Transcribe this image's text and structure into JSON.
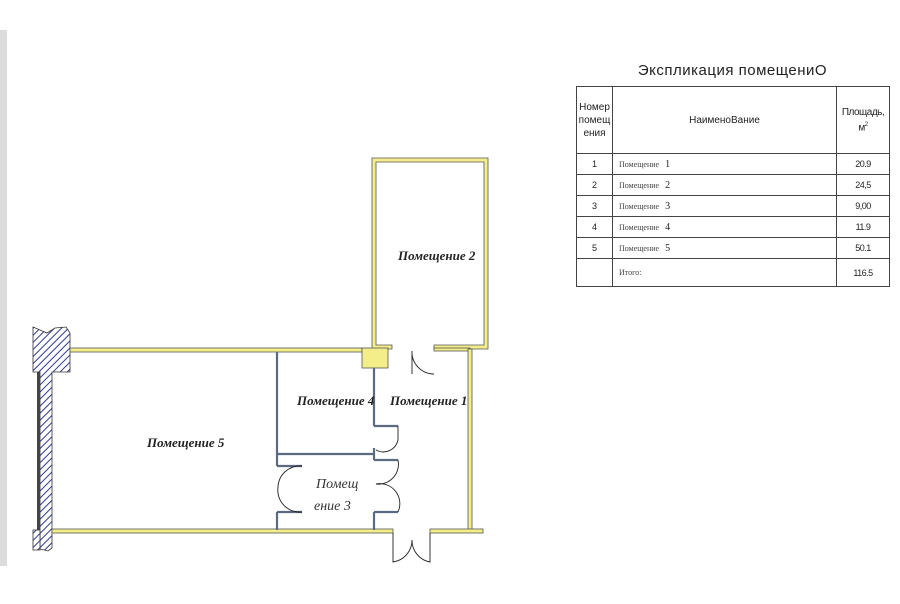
{
  "table": {
    "title": "Экспликация помещениО",
    "headers": {
      "number": "Номер помещ ения",
      "name": "НаименоВание",
      "area": "Площадь,",
      "area_unit": "м",
      "area_unit_sup": "2"
    },
    "rows": [
      {
        "num": "1",
        "name": "Помещение",
        "name_num": "1",
        "area": "20.9"
      },
      {
        "num": "2",
        "name": "Помещение",
        "name_num": "2",
        "area": "24,5"
      },
      {
        "num": "3",
        "name": "Помещение",
        "name_num": "3",
        "area": "9,00"
      },
      {
        "num": "4",
        "name": "Помещение",
        "name_num": "4",
        "area": "11.9"
      },
      {
        "num": "5",
        "name": "Помещение",
        "name_num": "5",
        "area": "50.1"
      }
    ],
    "total": {
      "label": "Итого:",
      "area": "116.5"
    }
  },
  "plan": {
    "room1": "Помещение 1",
    "room2": "Помещение 2",
    "room3_line1": "Помещ",
    "room3_line2": "ение 3",
    "room4": "Помещение 4",
    "room5": "Помещение 5",
    "wall_color": "#f3ee8a",
    "partition_color": "#5a6a80",
    "hatch_color": "#2e3a8c"
  }
}
